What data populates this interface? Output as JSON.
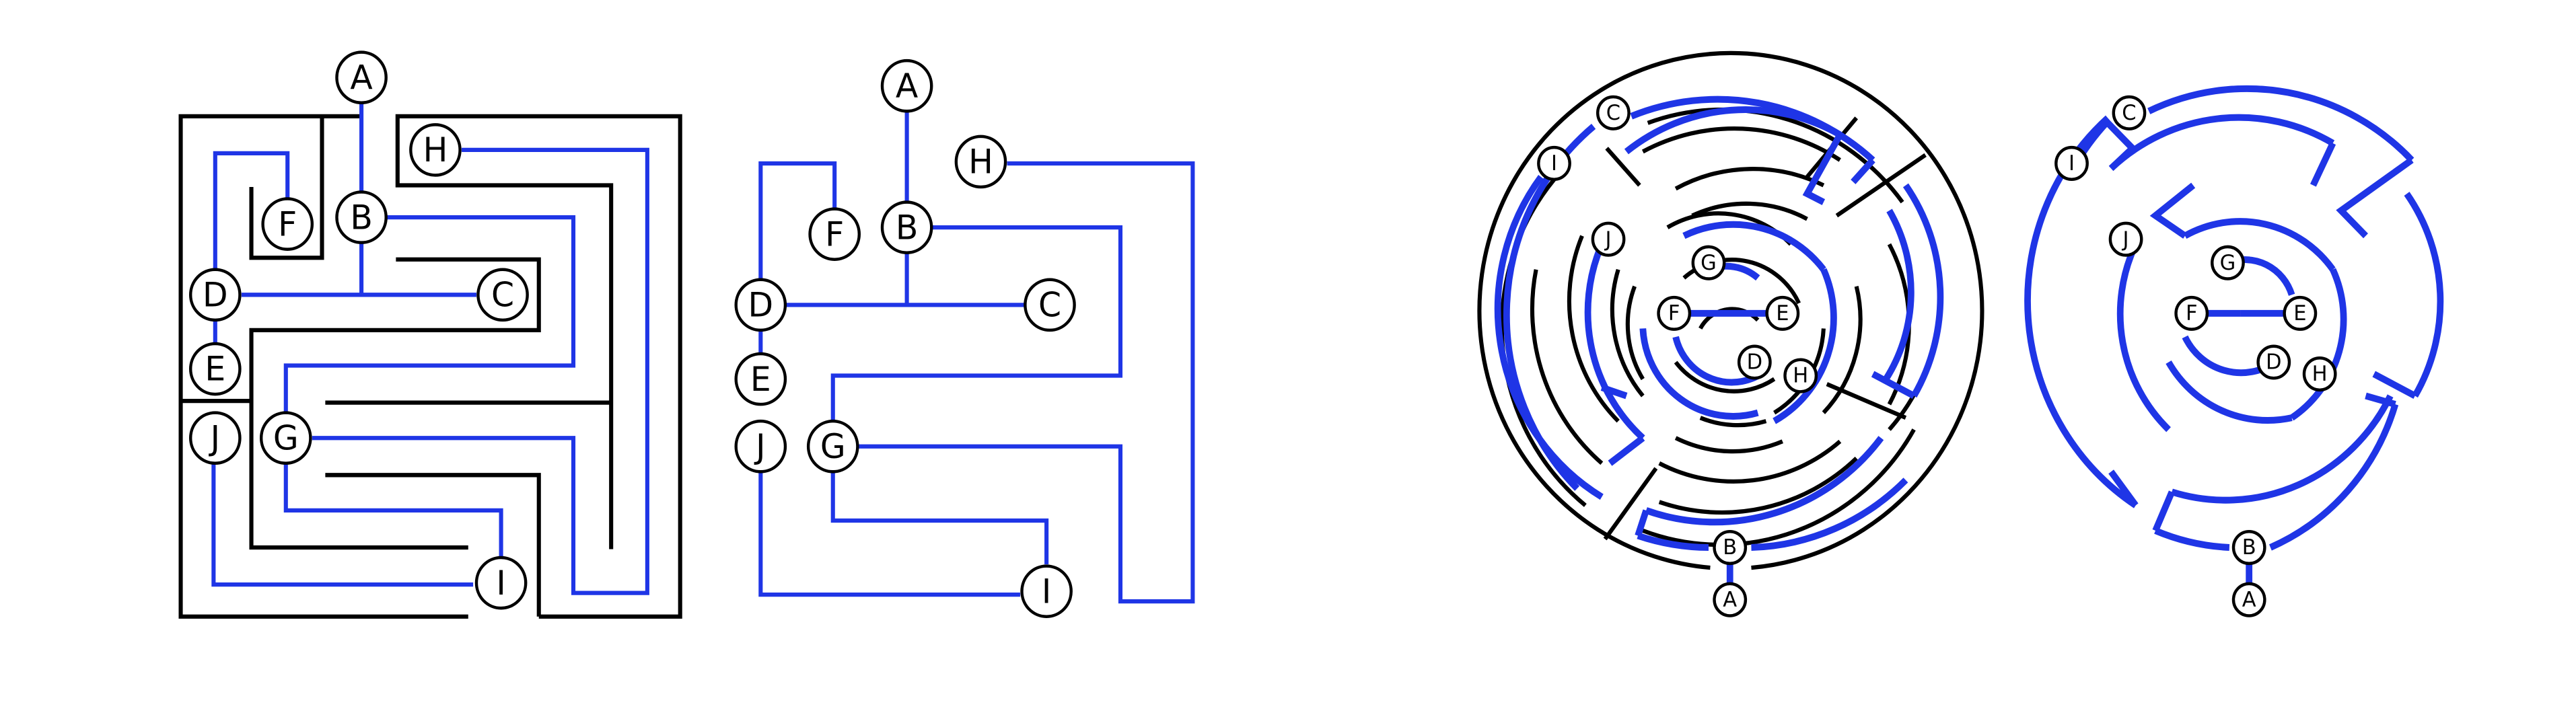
{
  "colors": {
    "wall": "#000000",
    "path": "#1f35e6",
    "node_fill": "#ffffff"
  },
  "panels": [
    {
      "id": "square-maze",
      "nodes": {
        "A": "A",
        "B": "B",
        "C": "C",
        "D": "D",
        "E": "E",
        "F": "F",
        "G": "G",
        "H": "H",
        "I": "I",
        "J": "J"
      }
    },
    {
      "id": "square-tree",
      "nodes": {
        "A": "A",
        "B": "B",
        "C": "C",
        "D": "D",
        "E": "E",
        "F": "F",
        "G": "G",
        "H": "H",
        "I": "I",
        "J": "J"
      }
    },
    {
      "id": "circular-maze",
      "nodes": {
        "A": "A",
        "B": "B",
        "C": "C",
        "D": "D",
        "E": "E",
        "F": "F",
        "G": "G",
        "H": "H",
        "I": "I",
        "J": "J"
      }
    },
    {
      "id": "circular-tree",
      "nodes": {
        "A": "A",
        "B": "B",
        "C": "C",
        "D": "D",
        "E": "E",
        "F": "F",
        "G": "G",
        "H": "H",
        "I": "I",
        "J": "J"
      }
    }
  ]
}
